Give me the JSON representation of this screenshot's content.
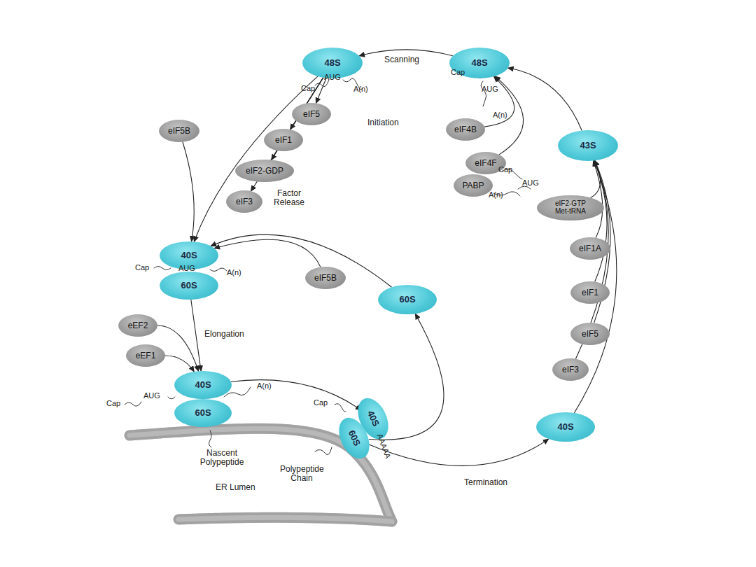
{
  "diagram": {
    "nodes": [
      {
        "text": [
          "48S"
        ]
      },
      {
        "text": [
          "48S"
        ]
      },
      {
        "text": [
          "eIF5"
        ]
      },
      {
        "text": [
          "eIF1"
        ]
      },
      {
        "text": [
          "eIF2-GDP"
        ]
      },
      {
        "text": [
          "eIF3"
        ]
      },
      {
        "text": [
          "eIF5B"
        ]
      },
      {
        "text": [
          "eIF4B"
        ]
      },
      {
        "text": [
          "43S"
        ]
      },
      {
        "text": [
          "eIF4F"
        ]
      },
      {
        "text": [
          "PABP"
        ]
      },
      {
        "text": [
          "eIF2-GTP Met-tRNA"
        ]
      },
      {
        "text": [
          "eIF1A"
        ]
      },
      {
        "text": [
          "eIF1"
        ]
      },
      {
        "text": [
          "eIF5"
        ]
      },
      {
        "text": [
          "eIF3"
        ]
      },
      {
        "text": [
          "40S"
        ]
      },
      {
        "text": [
          "60S"
        ]
      },
      {
        "text": [
          "eIF5B"
        ]
      },
      {
        "text": [
          "60S"
        ]
      },
      {
        "text": [
          "eEF2"
        ]
      },
      {
        "text": [
          "eEF1"
        ]
      },
      {
        "text": [
          "40S"
        ]
      },
      {
        "text": [
          "60S"
        ]
      },
      {
        "text": [
          "40S"
        ]
      },
      {
        "text": [
          "60S"
        ]
      },
      {
        "text": [
          "40S"
        ]
      }
    ],
    "edges": [
      {
        "from": 1,
        "to": 0,
        "arrow": "to"
      },
      {
        "from": 0,
        "to": 2,
        "arrow": "to"
      },
      {
        "from": 0,
        "to": 3,
        "arrow": "to"
      },
      {
        "from": 0,
        "to": 4,
        "arrow": "to"
      },
      {
        "from": 0,
        "to": 5,
        "arrow": "to"
      },
      {
        "from": 0,
        "to": 16,
        "arrow": "to"
      },
      {
        "from": 6,
        "to": 16,
        "arrow": "to"
      },
      {
        "from": 18,
        "to": 16,
        "arrow": "to"
      },
      {
        "from": 19,
        "to": 16,
        "arrow": "to"
      },
      {
        "from": 8,
        "to": 1,
        "arrow": "to"
      },
      {
        "from": 7,
        "to": 1,
        "arrow": "to"
      },
      {
        "from": 9,
        "to": 1,
        "arrow": "to"
      },
      {
        "from": 11,
        "to": 8,
        "arrow": "to"
      },
      {
        "from": 12,
        "to": 8,
        "arrow": "to"
      },
      {
        "from": 13,
        "to": 8,
        "arrow": "to"
      },
      {
        "from": 14,
        "to": 8,
        "arrow": "to"
      },
      {
        "from": 15,
        "to": 8,
        "arrow": "to"
      },
      {
        "from": 26,
        "to": 8,
        "arrow": "to"
      },
      {
        "from": 17,
        "to": 22,
        "arrow": "to"
      },
      {
        "from": 20,
        "to": 22,
        "arrow": "to"
      },
      {
        "from": 21,
        "to": 22,
        "arrow": "to"
      },
      {
        "from": 22,
        "to": 24,
        "arrow": "to"
      },
      {
        "from": 25,
        "to": 19,
        "arrow": "to"
      },
      {
        "from": 25,
        "to": 26,
        "arrow": "to"
      }
    ],
    "labels": [
      "Scanning",
      "Initiation",
      "Factor Release",
      "Elongation",
      "Termination",
      "Cap",
      "AUG",
      "A(n)",
      "Cap",
      "AUG",
      "A(n)",
      "Cap",
      "AUG",
      "A(n)",
      "Cap",
      "AUG",
      "A(n)",
      "Cap",
      "AUG",
      "A(n)",
      "Cap",
      "AAAAA",
      "Nascent Polypeptide",
      "Polypeptide Chain",
      "ER Lumen"
    ]
  }
}
